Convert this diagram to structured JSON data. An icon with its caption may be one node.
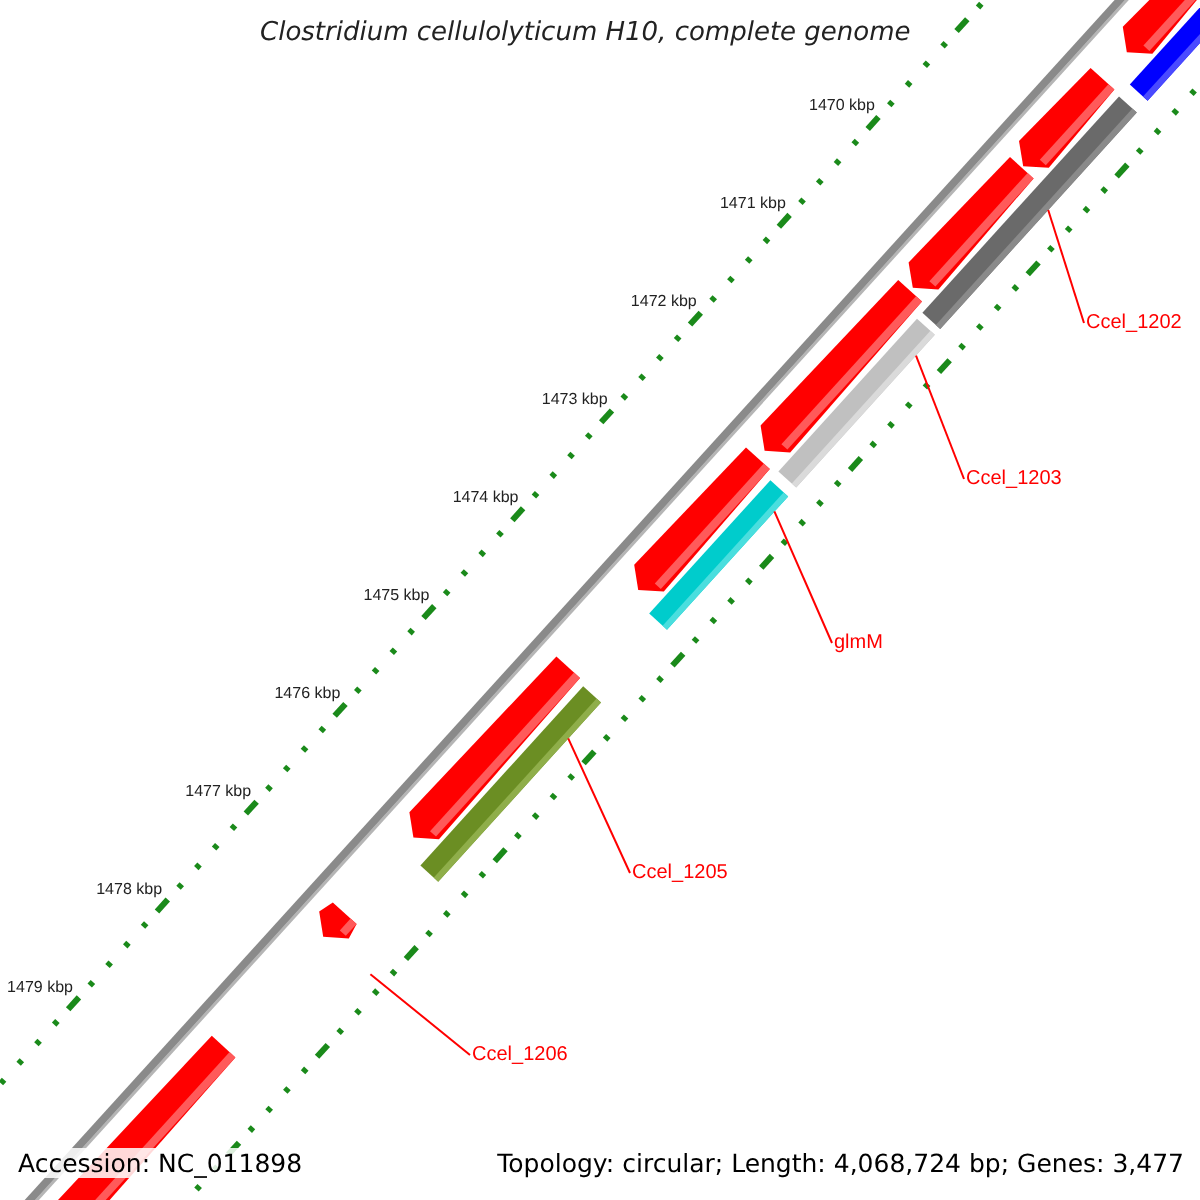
{
  "diagram": {
    "title": "Clostridium cellulolyticum H10, complete genome",
    "nodes": [
      {
        "text": [
          "Ccel_1202"
        ]
      },
      {
        "text": [
          "Ccel_1203"
        ]
      },
      {
        "text": [
          "glmM"
        ]
      },
      {
        "text": [
          "Ccel_1205"
        ]
      },
      {
        "text": [
          "Ccel_1206"
        ]
      },
      {
        "text": [],
        "shape": "bar"
      },
      {
        "text": [],
        "shape": "bar"
      },
      {
        "text": [],
        "shape": "bar"
      },
      {
        "text": [],
        "shape": "bar"
      }
    ],
    "edges": [
      {
        "from": 0,
        "to": 5,
        "arrow": "none",
        "color": "#ff0000"
      },
      {
        "from": 1,
        "to": 6,
        "arrow": "none",
        "color": "#ff0000"
      },
      {
        "from": 2,
        "to": 7,
        "arrow": "none",
        "color": "#ff0000"
      },
      {
        "from": 3,
        "to": 8,
        "arrow": "none",
        "color": "#ff0000"
      },
      {
        "from": 4,
        "to": null,
        "arrow": "none",
        "color": "#ff0000"
      }
    ],
    "labels": [
      "1470 kbp",
      "1471 kbp",
      "1472 kbp",
      "1473 kbp",
      "1474 kbp",
      "1475 kbp",
      "1476 kbp",
      "1477 kbp",
      "1478 kbp",
      "1479 kbp",
      "Accession: NC_011898",
      "Topology: circular; Length: 4,068,724 bp; Genes: 3,477"
    ]
  }
}
